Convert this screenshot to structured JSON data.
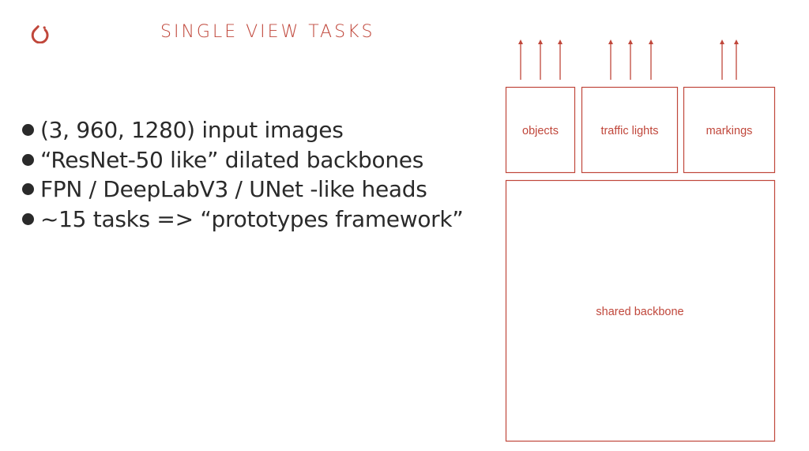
{
  "slide": {
    "title": "SINGLE VIEW TASKS",
    "bullets": [
      "(3, 960, 1280) input images",
      "“ResNet-50 like” dilated backbones",
      "FPN / DeepLabV3 / UNet -like heads",
      "~15 tasks => “prototypes framework”"
    ]
  },
  "diagram": {
    "heads": [
      {
        "label": "objects",
        "outputs": 3
      },
      {
        "label": "traffic lights",
        "outputs": 3
      },
      {
        "label": "markings",
        "outputs": 2
      }
    ],
    "backbone": {
      "label": "shared backbone"
    }
  },
  "colors": {
    "accent": "#c0473b",
    "text": "#2a2a2a",
    "background": "#ffffff"
  },
  "icons": {
    "logo": "pytorch-logo-icon"
  }
}
